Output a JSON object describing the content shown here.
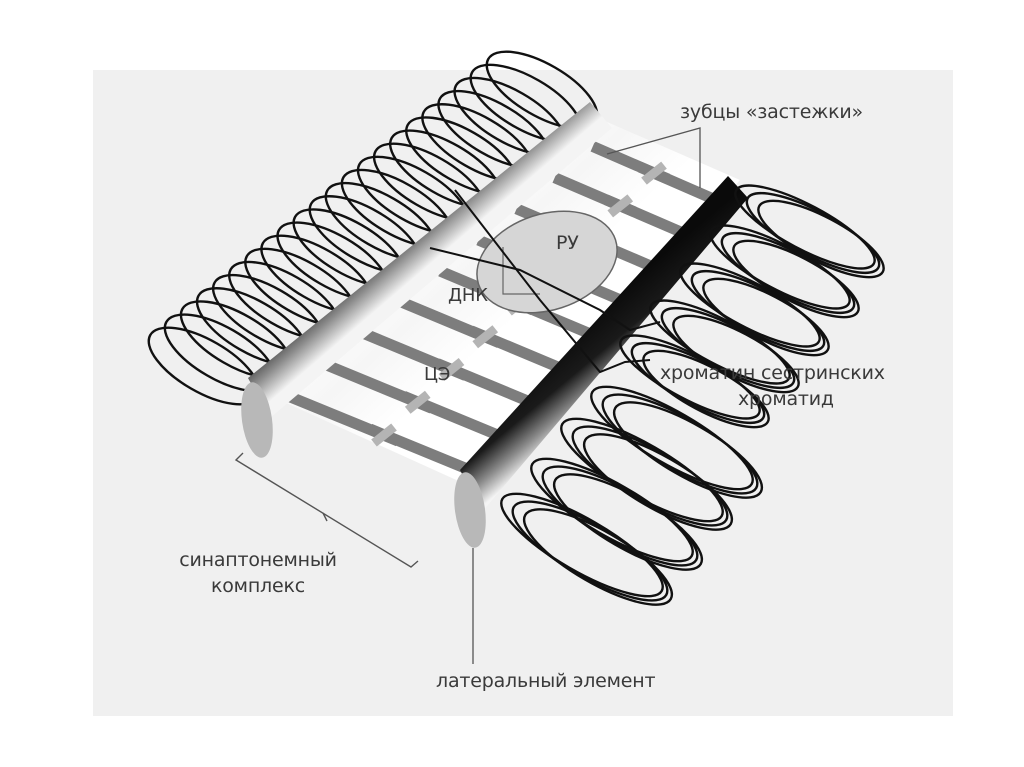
{
  "title": "Синаптонемный комплекс",
  "labels": {
    "zipper_teeth": "зубцы «застежки»",
    "recombination_nodule": "РУ",
    "dna": "ДНК",
    "central_element": "ЦЭ",
    "sister_chromatin_line1": "хроматин сестринских",
    "sister_chromatin_line2": "хроматид",
    "synaptonemal_line1": "синаптонемный",
    "synaptonemal_line2": "комплекс",
    "lateral_element": "латеральный элемент"
  },
  "colors": {
    "panel": "#f0f0f0",
    "coil": "#111111",
    "tooth": "#7d7d7d",
    "tooth_light": "#b4b4b4",
    "nodule_fill": "#d6d6d6",
    "cap": "#b8b8b8",
    "leader": "#555555",
    "text": "#3a3a3a"
  },
  "icons": {
    "left_coil": "chromatin-loop-coil",
    "right_coil": "chromatin-loop-coil"
  }
}
